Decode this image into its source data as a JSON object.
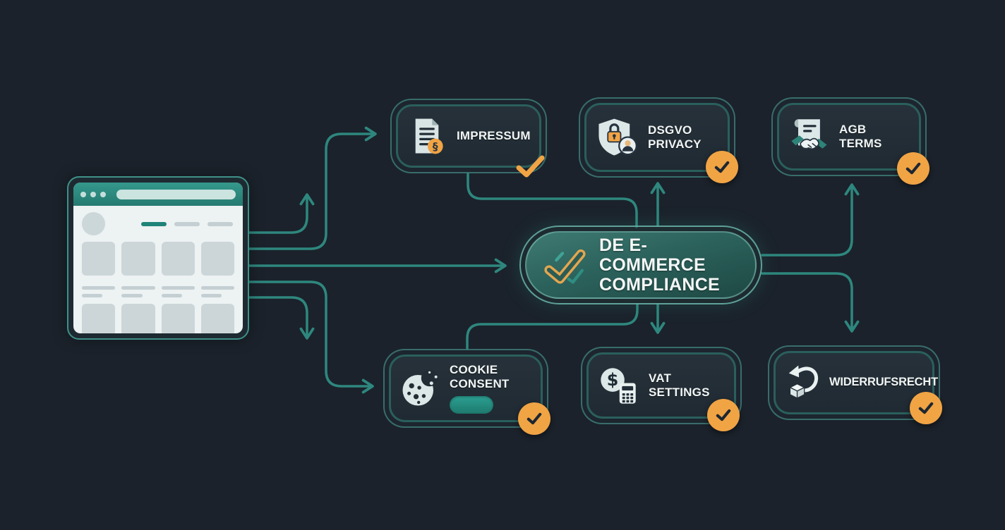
{
  "diagram_title": "DE E-Commerce Compliance",
  "colors": {
    "background": "#1B222B",
    "connector_teal": "#2E877E",
    "node_border_outer": "#4EA9A0",
    "node_border_inner": "#2A5F5C",
    "node_fill": "#222C35",
    "center_fill_top": "#3E7A72",
    "center_fill_bottom": "#1E4843",
    "accent_orange": "#F1A444",
    "label_text": "#F1F5F4",
    "browser_header_teal": "#2E9488",
    "toggle_on_teal": "#289C8E"
  },
  "browser_preview": {
    "icon": "browser-window-mockup"
  },
  "center_node": {
    "line1": "DE E-COMMERCE",
    "line2": "COMPLIANCE",
    "icon": "double-checkmark-icon"
  },
  "nodes": {
    "impressum": {
      "line1": "IMPRESSUM",
      "line2": "",
      "icon": "legal-document-paragraph-icon",
      "status": "complete",
      "badge": "orange-check"
    },
    "dsgvo": {
      "line1": "DSGVO",
      "line2": "PRIVACY",
      "icon": "shield-lock-user-icon",
      "status": "complete",
      "badge": "orange-circle-check"
    },
    "agb": {
      "line1": "AGB",
      "line2": "TERMS",
      "icon": "contract-handshake-icon",
      "status": "complete",
      "badge": "orange-circle-check"
    },
    "cookie": {
      "line1": "COOKIE",
      "line2": "CONSENT",
      "icon": "cookie-icon",
      "status": "complete",
      "badge": "orange-circle-check",
      "toggle_on": true
    },
    "vat": {
      "line1": "VAT",
      "line2": "SETTINGS",
      "icon": "currency-calculator-icon",
      "status": "complete",
      "badge": "orange-circle-check"
    },
    "widerruf": {
      "line1": "WIDERRUFSRECHT",
      "line2": "",
      "icon": "return-package-icon",
      "status": "complete",
      "badge": "orange-circle-check"
    }
  }
}
